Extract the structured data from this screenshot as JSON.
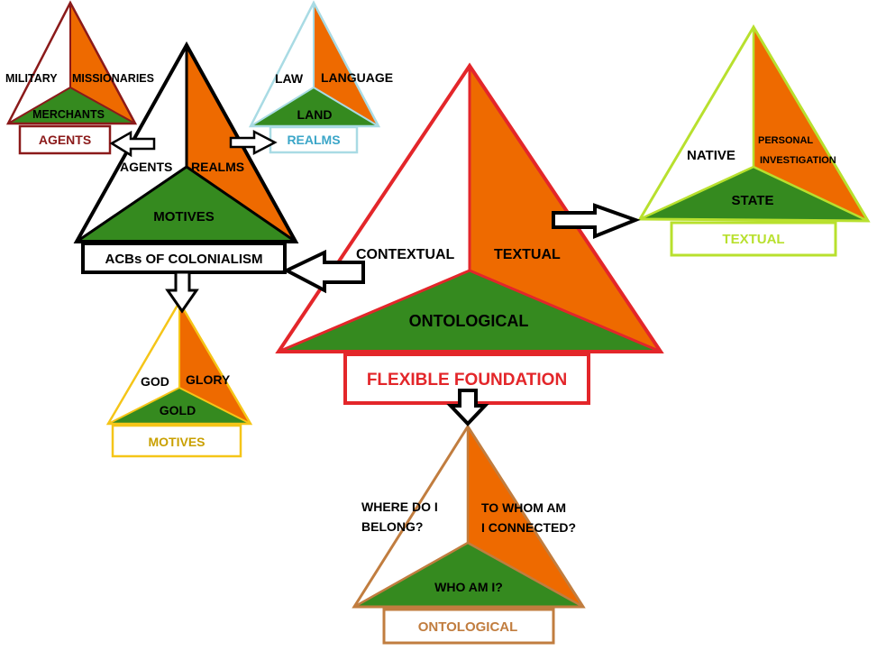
{
  "colors": {
    "orange": "#ee6a00",
    "green": "#358a1f",
    "white": "#ffffff",
    "black": "#000000",
    "red": "#e3262a",
    "dark_red": "#8b1a1a",
    "light_blue": "#a9dbe4",
    "blue_text": "#3ba6c8",
    "yellow_green": "#b8e02e",
    "gold": "#f5c518",
    "gold_text": "#c9a000",
    "brown": "#c17d3f"
  },
  "agents": {
    "left": "MILITARY",
    "right": "MISSIONARIES",
    "bottom": "MERCHANTS",
    "label": "AGENTS"
  },
  "realms": {
    "left": "LAW",
    "right": "LANGUAGE",
    "bottom": "LAND",
    "label": "REALMS"
  },
  "acbs": {
    "left": "AGENTS",
    "right": "REALMS",
    "bottom": "MOTIVES",
    "label": "ACBs OF COLONIALISM"
  },
  "motives": {
    "left": "GOD",
    "right": "GLORY",
    "bottom": "GOLD",
    "label": "MOTIVES"
  },
  "foundation": {
    "left": "CONTEXTUAL",
    "right": "TEXTUAL",
    "bottom": "ONTOLOGICAL",
    "label": "FLEXIBLE FOUNDATION"
  },
  "textual": {
    "left": "NATIVE",
    "right_line1": "PERSONAL",
    "right_line2": "INVESTIGATION",
    "bottom": "STATE",
    "label": "TEXTUAL"
  },
  "ontological": {
    "left_line1": "WHERE DO I",
    "left_line2": "BELONG?",
    "right_line1": "TO WHOM AM",
    "right_line2": "I CONNECTED?",
    "bottom": "WHO AM I?",
    "label": "ONTOLOGICAL"
  }
}
